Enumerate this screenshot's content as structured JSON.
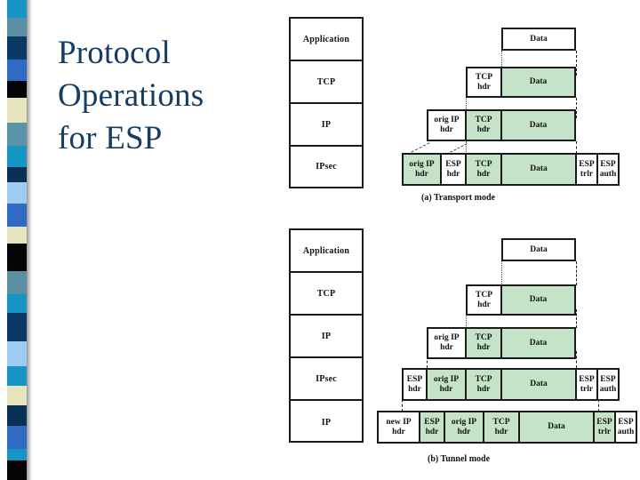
{
  "slide": {
    "title_lines": [
      "Protocol",
      "Operations",
      "for ESP"
    ],
    "title_color": "#153d63",
    "background": "#ffffff"
  },
  "color_strip": {
    "name": "decorative-color-bar",
    "swatches": [
      {
        "color": "#1796c6",
        "h": 22
      },
      {
        "color": "#5b8fa4",
        "h": 22
      },
      {
        "color": "#0a3a63",
        "h": 28
      },
      {
        "color": "#2f6bc4",
        "h": 26
      },
      {
        "color": "#050505",
        "h": 20
      },
      {
        "color": "#e6e4bd",
        "h": 30
      },
      {
        "color": "#5b93a8",
        "h": 28
      },
      {
        "color": "#1796c6",
        "h": 26
      },
      {
        "color": "#0a3153",
        "h": 18
      },
      {
        "color": "#9ecbf2",
        "h": 26
      },
      {
        "color": "#2f6bc4",
        "h": 28
      },
      {
        "color": "#e6e4bd",
        "h": 20
      },
      {
        "color": "#050505",
        "h": 34
      },
      {
        "color": "#5b8fa4",
        "h": 28
      },
      {
        "color": "#1796c6",
        "h": 22
      },
      {
        "color": "#0a3a63",
        "h": 34
      },
      {
        "color": "#9ecbf2",
        "h": 30
      },
      {
        "color": "#1796c6",
        "h": 24
      },
      {
        "color": "#e6e4bd",
        "h": 24
      },
      {
        "color": "#0a3153",
        "h": 24
      },
      {
        "color": "#2f6bc4",
        "h": 28
      },
      {
        "color": "#1796c6",
        "h": 14
      },
      {
        "color": "#050505",
        "h": 24
      }
    ]
  },
  "colors": {
    "encrypted_fill": "#c5e3c8",
    "plain_fill": "#ffffff",
    "outline": "#1a1a1a"
  },
  "figures": [
    {
      "id": "transport-mode",
      "caption": "(a) Transport mode",
      "stack": {
        "layers": [
          "Application",
          "TCP",
          "IP",
          "IPsec"
        ]
      },
      "rows": [
        {
          "id": "row-application",
          "cells": [
            {
              "l1": "Data",
              "l2": "",
              "fill": "white",
              "w": 84
            }
          ]
        },
        {
          "id": "row-tcp",
          "cells": [
            {
              "l1": "TCP",
              "l2": "hdr",
              "fill": "white",
              "w": 40
            },
            {
              "l1": "Data",
              "l2": "",
              "fill": "green",
              "w": 84
            }
          ]
        },
        {
          "id": "row-ip",
          "cells": [
            {
              "l1": "orig IP",
              "l2": "hdr",
              "fill": "white",
              "w": 44
            },
            {
              "l1": "TCP",
              "l2": "hdr",
              "fill": "green",
              "w": 40
            },
            {
              "l1": "Data",
              "l2": "",
              "fill": "green",
              "w": 84
            }
          ]
        },
        {
          "id": "row-ipsec",
          "cells": [
            {
              "l1": "orig IP",
              "l2": "hdr",
              "fill": "green",
              "w": 44
            },
            {
              "l1": "ESP",
              "l2": "hdr",
              "fill": "white",
              "w": 28
            },
            {
              "l1": "TCP",
              "l2": "hdr",
              "fill": "green",
              "w": 40
            },
            {
              "l1": "Data",
              "l2": "",
              "fill": "green",
              "w": 84
            },
            {
              "l1": "ESP",
              "l2": "trlr",
              "fill": "white",
              "w": 24
            },
            {
              "l1": "ESP",
              "l2": "auth",
              "fill": "white",
              "w": 25
            }
          ]
        }
      ]
    },
    {
      "id": "tunnel-mode",
      "caption": "(b) Tunnel mode",
      "stack": {
        "layers": [
          "Application",
          "TCP",
          "IP",
          "IPsec",
          "IP"
        ]
      },
      "rows": [
        {
          "id": "row-application",
          "cells": [
            {
              "l1": "Data",
              "l2": "",
              "fill": "white",
              "w": 84
            }
          ]
        },
        {
          "id": "row-tcp",
          "cells": [
            {
              "l1": "TCP",
              "l2": "hdr",
              "fill": "white",
              "w": 40
            },
            {
              "l1": "Data",
              "l2": "",
              "fill": "green",
              "w": 84
            }
          ]
        },
        {
          "id": "row-ip",
          "cells": [
            {
              "l1": "orig IP",
              "l2": "hdr",
              "fill": "white",
              "w": 44
            },
            {
              "l1": "TCP",
              "l2": "hdr",
              "fill": "green",
              "w": 40
            },
            {
              "l1": "Data",
              "l2": "",
              "fill": "green",
              "w": 84
            }
          ]
        },
        {
          "id": "row-ipsec",
          "cells": [
            {
              "l1": "ESP",
              "l2": "hdr",
              "fill": "white",
              "w": 28
            },
            {
              "l1": "orig IP",
              "l2": "hdr",
              "fill": "green",
              "w": 44
            },
            {
              "l1": "TCP",
              "l2": "hdr",
              "fill": "green",
              "w": 40
            },
            {
              "l1": "Data",
              "l2": "",
              "fill": "green",
              "w": 84
            },
            {
              "l1": "ESP",
              "l2": "trlr",
              "fill": "white",
              "w": 24
            },
            {
              "l1": "ESP",
              "l2": "auth",
              "fill": "white",
              "w": 25
            }
          ]
        },
        {
          "id": "row-outer-ip",
          "cells": [
            {
              "l1": "new IP",
              "l2": "hdr",
              "fill": "white",
              "w": 48
            },
            {
              "l1": "ESP",
              "l2": "hdr",
              "fill": "green",
              "w": 28
            },
            {
              "l1": "orig IP",
              "l2": "hdr",
              "fill": "green",
              "w": 44
            },
            {
              "l1": "TCP",
              "l2": "hdr",
              "fill": "green",
              "w": 40
            },
            {
              "l1": "Data",
              "l2": "",
              "fill": "green",
              "w": 84
            },
            {
              "l1": "ESP",
              "l2": "trlr",
              "fill": "green",
              "w": 24
            },
            {
              "l1": "ESP",
              "l2": "auth",
              "fill": "white",
              "w": 25
            }
          ]
        }
      ]
    }
  ]
}
